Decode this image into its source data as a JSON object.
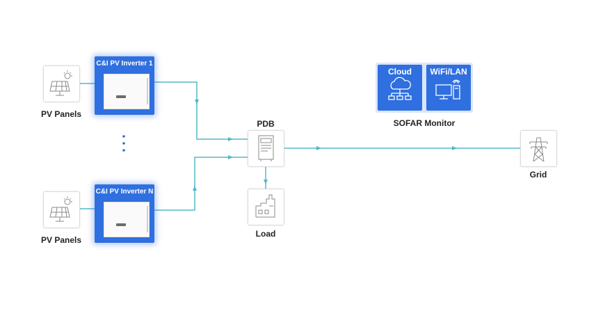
{
  "nodes": {
    "pv_panel_1": {
      "label": "PV Panels"
    },
    "pv_panel_n": {
      "label": "PV Panels"
    },
    "inverter_1": {
      "label": "C&I PV Inverter 1"
    },
    "inverter_n": {
      "label": "C&I PV Inverter N"
    },
    "pdb": {
      "label": "PDB"
    },
    "load": {
      "label": "Load"
    },
    "grid": {
      "label": "Grid"
    },
    "cloud": {
      "label": "Cloud"
    },
    "wifi_lan": {
      "label": "WiFi/LAN"
    },
    "monitor": {
      "label": "SOFAR Monitor"
    }
  },
  "colors": {
    "accent_blue": "#2f6fe0",
    "connector_teal": "#52b8c8"
  },
  "icons": [
    "solar-panel-icon",
    "inverter-icon",
    "distribution-board-icon",
    "factory-icon",
    "transmission-tower-icon",
    "cloud-network-icon",
    "computer-icon",
    "ellipsis-icon"
  ]
}
